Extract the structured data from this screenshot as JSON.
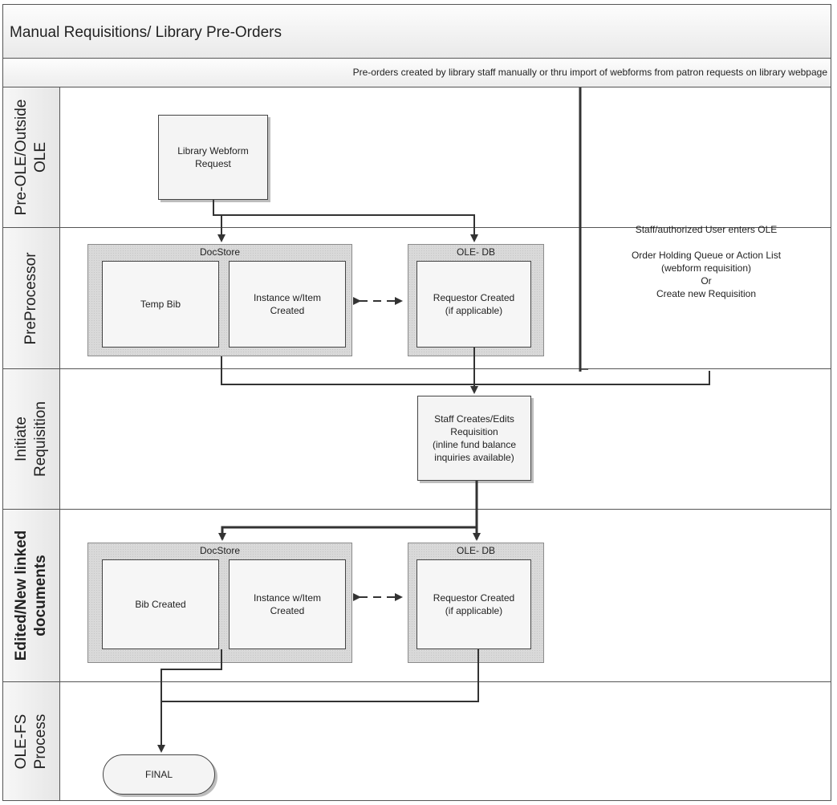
{
  "diagram": {
    "title": "Manual Requisitions/ Library Pre-Orders",
    "subtitle": "Pre-orders created by library staff manually or thru import of webforms from patron requests on library webpage",
    "lanes": [
      {
        "label": "Pre-OLE/Outside\nOLE"
      },
      {
        "label": "PreProcessor"
      },
      {
        "label": "Initiate\nRequisition"
      },
      {
        "label": "Edited/New linked\ndocuments"
      },
      {
        "label": "OLE-FS\nProcess"
      }
    ],
    "nodes": {
      "webform_request": "Library Webform\nRequest",
      "pre_docstore": "DocStore",
      "pre_temp_bib": "Temp Bib",
      "pre_instance": "Instance w/Item\nCreated",
      "pre_oledb": "OLE- DB",
      "pre_requestor": "Requestor Created\n(if applicable)",
      "staff_creates": "Staff Creates/Edits\nRequisition\n(inline fund balance\ninquiries available)",
      "edit_docstore": "DocStore",
      "edit_bib": "Bib Created",
      "edit_instance": "Instance w/Item\nCreated",
      "edit_oledb": "OLE- DB",
      "edit_requestor": "Requestor Created\n(if applicable)",
      "final": "FINAL"
    },
    "note": "Staff/authorized User enters OLE\n\nOrder Holding Queue or Action List\n(webform requisition)\nOr\nCreate new Requisition"
  }
}
